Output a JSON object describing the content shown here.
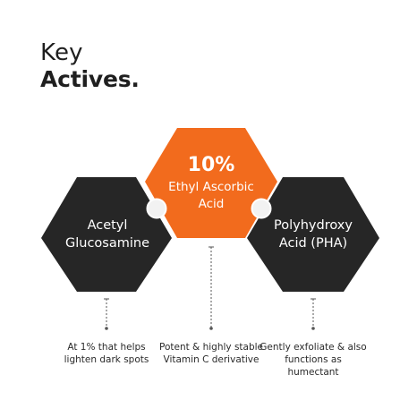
{
  "title": {
    "line1": "Key",
    "line2": "Actives."
  },
  "actives": [
    {
      "percent": "",
      "name_line1": "Acetyl",
      "name_line2": "Glucosamine",
      "description": "At 1% that helps lighten dark spots",
      "color": "#262626"
    },
    {
      "percent": "10%",
      "name_line1": "Ethyl Ascorbic",
      "name_line2": "Acid",
      "description": "Potent & highly stable Vitamin C derivative",
      "color": "#f26b1d"
    },
    {
      "percent": "",
      "name_line1": "Polyhydroxy",
      "name_line2": "Acid (PHA)",
      "description": "Gently exfoliate & also functions as humectant",
      "color": "#262626"
    }
  ],
  "colors": {
    "dark_hex": "#262626",
    "accent_hex": "#f26b1d",
    "text_dark": "#1f1f1f",
    "connector_dot": "#f2f2f2",
    "background": "#ffffff"
  }
}
